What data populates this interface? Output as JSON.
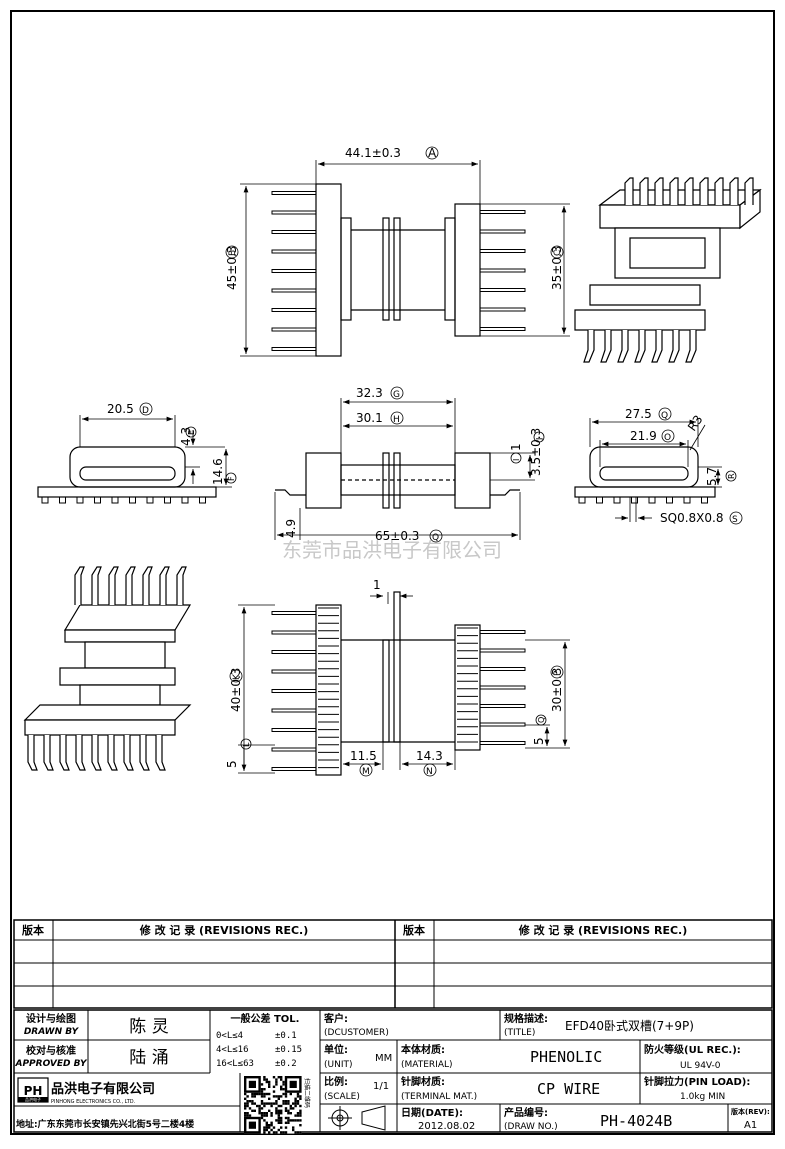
{
  "watermark": "东莞市品洪电子有限公司",
  "dims": {
    "top_width": "44.1±0.3",
    "top_width_mark": "A",
    "left_height": "45±0.3",
    "left_height_mark": "B",
    "right_height": "35±0.3",
    "right_height_mark": "C",
    "end_width": "20.5",
    "end_width_mark": "D",
    "end_h1": "4.3",
    "end_h1_mark": "E",
    "end_h2": "14.6",
    "end_h2_mark": "F",
    "side_w1": "32.3",
    "side_w1_mark": "G",
    "side_w2": "30.1",
    "side_w2_mark": "H",
    "side_h1": "1",
    "side_h1_mark": "I",
    "side_h2": "3.5±0.3",
    "side_h2_mark": "J",
    "side_len": "65±0.3",
    "side_len_mark": "Q",
    "side_pin": "4.9",
    "r_w1": "27.5",
    "r_w1_mark": "Q",
    "r_w2": "21.9",
    "r_w2_mark": "O",
    "r_radius": "R3",
    "r_h": "5.7",
    "r_h_mark": "R",
    "r_sq": "SQ0.8X0.8",
    "r_sq_mark": "S",
    "b_gap": "1",
    "b_left_h": "40±0.3",
    "b_left_mark": "K",
    "b_right_h": "30±0.3",
    "b_right_mark": "P",
    "b_pitch_l": "5",
    "b_pitch_l_mark": "L",
    "b_pitch_r": "5",
    "b_pitch_r_mark": "Q",
    "b_w1": "11.5",
    "b_w1_mark": "M",
    "b_w2": "14.3",
    "b_w2_mark": "N"
  },
  "revisions": {
    "col_version": "版本",
    "col_record": "修 改 记 录 (REVISIONS REC.)",
    "col_version_2": "版本",
    "col_record_2": "修 改 记 录 (REVISIONS REC.)"
  },
  "title_block": {
    "designed_label_cn": "设计与绘图",
    "designed_label_en": "DRAWN BY",
    "designed_value": "陈 灵",
    "approved_label_cn": "校对与核准",
    "approved_label_en": "APPROVED BY",
    "approved_value": "陆 涌",
    "tol_title": "一般公差 TOL.",
    "tol_rows": [
      {
        "range": "0<L≤4",
        "tol": "±0.1"
      },
      {
        "range": "4<L≤16",
        "tol": "±0.15"
      },
      {
        "range": "16<L≤63",
        "tol": "±0.2"
      }
    ],
    "customer_label_cn": "客户:",
    "customer_label_en": "(DCUSTOMER)",
    "customer_value": "",
    "title_label_cn": "规格描述:",
    "title_label_en": "(TITLE)",
    "title_value": "EFD40卧式双槽(7+9P)",
    "unit_label_cn": "单位:",
    "unit_label_en": "(UNIT)",
    "unit_value": "MM",
    "material_label_cn": "本体材质:",
    "material_label_en": "(MATERIAL)",
    "material_value": "PHENOLIC",
    "ul_label": "防火等级(UL REC.):",
    "ul_value": "UL 94V-0",
    "scale_label_cn": "比例:",
    "scale_label_en": "(SCALE)",
    "scale_value": "1/1",
    "terminal_label_cn": "针脚材质:",
    "terminal_label_en": "(TERMINAL MAT.)",
    "terminal_value": "CP WIRE",
    "pinload_label": "针脚拉力(PIN LOAD):",
    "pinload_value": "1.0kg MIN",
    "date_label_cn": "日期(DATE):",
    "date_value": "2012.08.02",
    "drawno_label_cn": "产品编号:",
    "drawno_label_en": "(DRAW NO.)",
    "drawno_value": "PH-4024B",
    "rev_label": "版本(REV):",
    "rev_value": "A1",
    "company_logo": "PH",
    "company_logo_sub": "品洪电子",
    "company_name": "品洪电子有限公司",
    "company_name_en": "PINHONG ELECTRONICS CO., LTD.",
    "qr_caption": "扫描二维码",
    "address": "地址:广东东莞市长安镇先兴北街5号二楼4楼"
  },
  "colors": {
    "line": "#000000",
    "watermark": "#c8c8c8"
  }
}
